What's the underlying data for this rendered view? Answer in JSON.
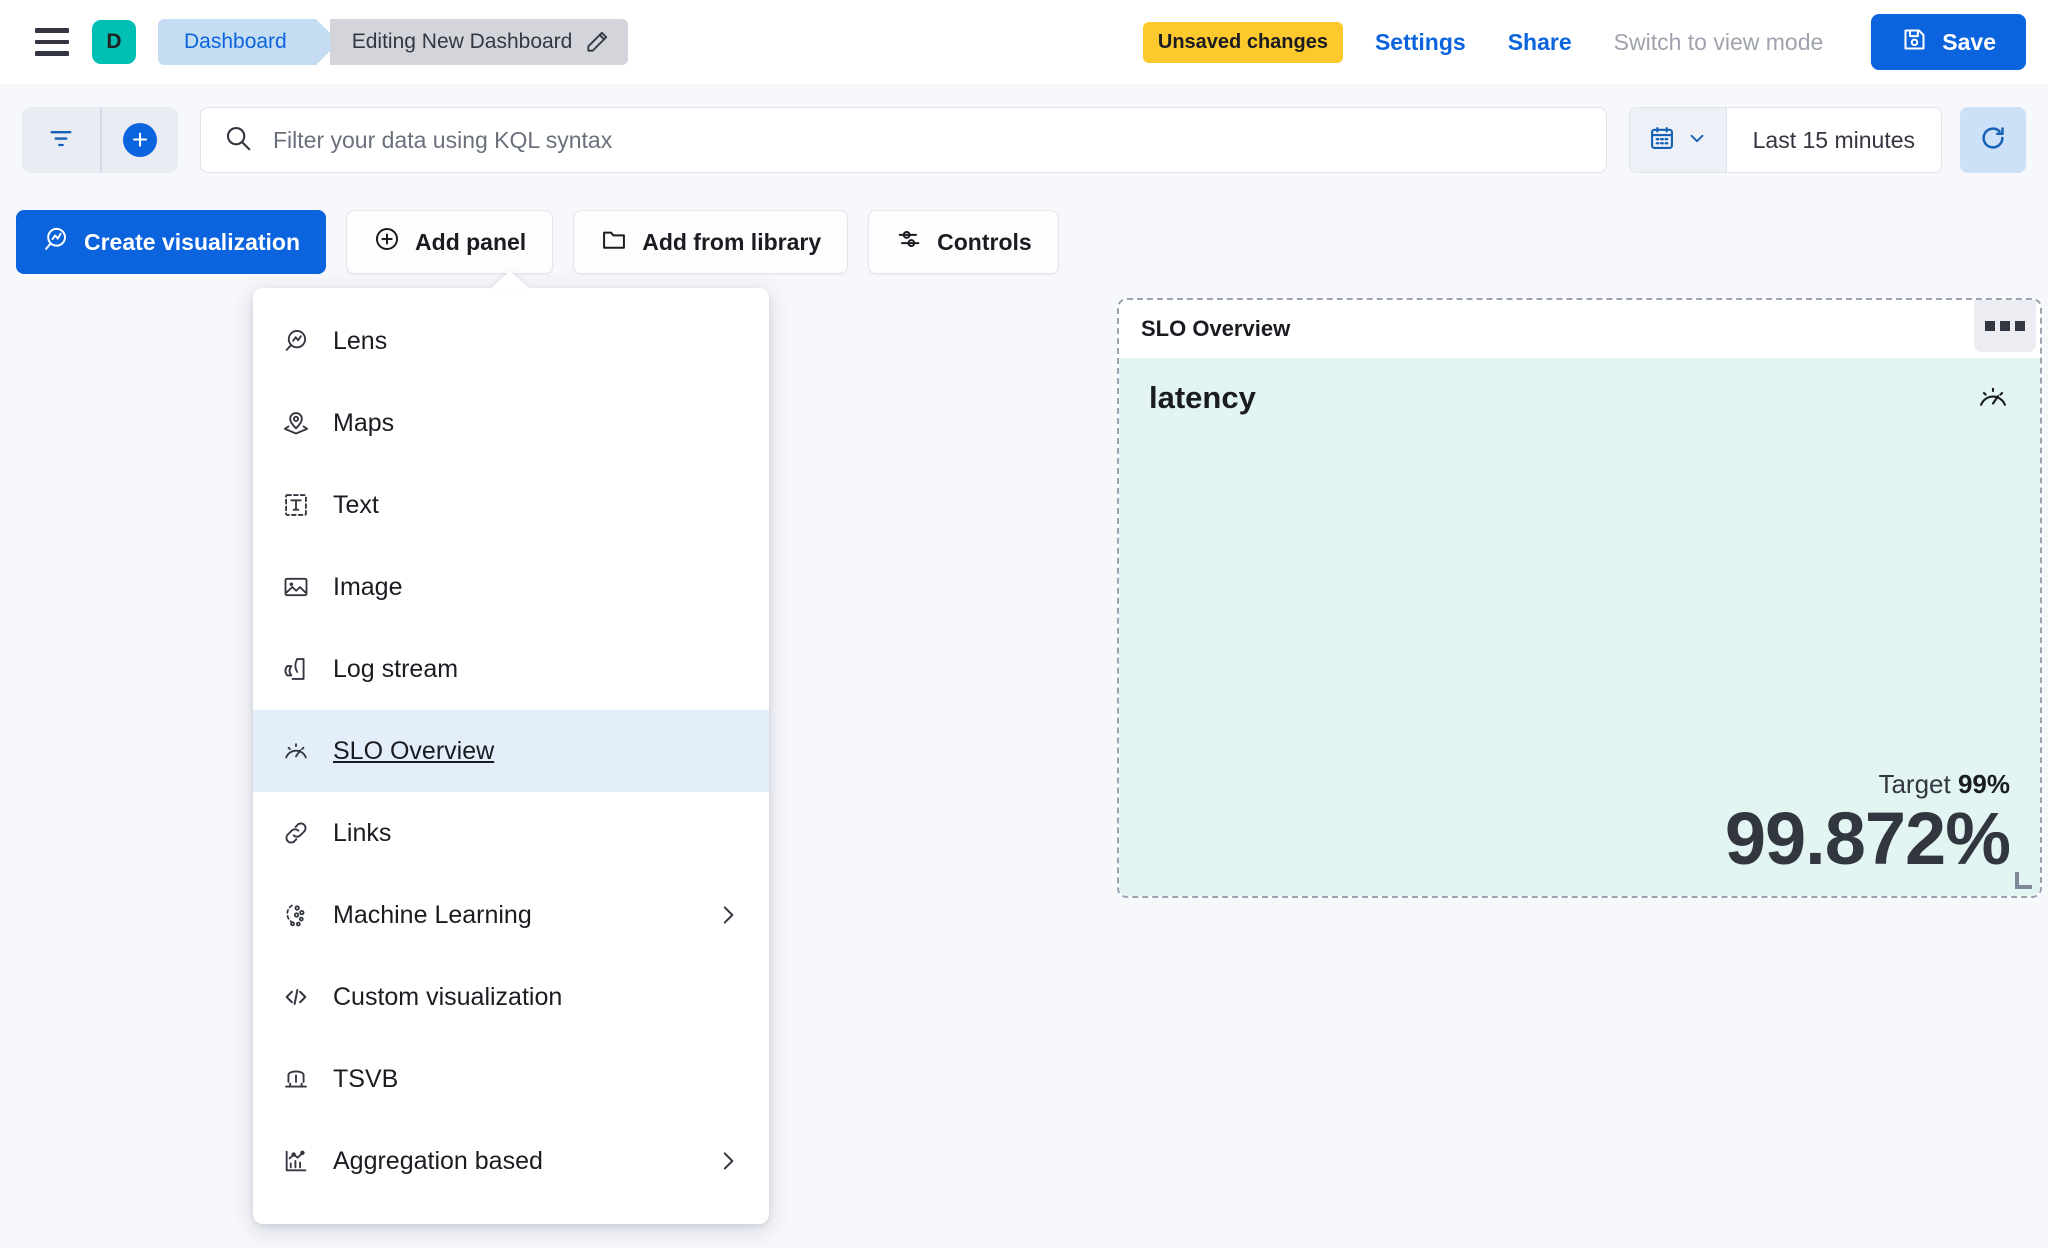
{
  "header": {
    "menu_icon": "hamburger-icon",
    "space_initial": "D",
    "breadcrumbs": [
      {
        "label": "Dashboard",
        "active": false
      },
      {
        "label": "Editing New Dashboard",
        "active": true,
        "icon": "pencil-icon"
      }
    ],
    "unsaved_badge": "Unsaved changes",
    "settings_label": "Settings",
    "share_label": "Share",
    "view_mode_label": "Switch to view mode",
    "save_label": "Save",
    "save_icon": "save-disk-icon",
    "accent_blue": "#0B64DD",
    "badge_yellow": "#FDC92D",
    "space_teal": "#00BFB3"
  },
  "query_bar": {
    "filter_icon": "filter-icon",
    "add_filter_icon": "plus-circle-icon",
    "search_icon": "search-icon",
    "search_value": "",
    "search_placeholder": "Filter your data using KQL syntax",
    "calendar_icon": "calendar-icon",
    "calendar_chevron": "chevron-down-icon",
    "time_range": "Last 15 minutes",
    "refresh_icon": "refresh-icon"
  },
  "toolbar": {
    "create_visualization": "Create visualization",
    "create_visualization_icon": "lens-icon",
    "add_panel": "Add panel",
    "add_panel_icon": "plus-circle-outline-icon",
    "add_from_library": "Add from library",
    "add_from_library_icon": "folder-icon",
    "controls": "Controls",
    "controls_icon": "sliders-icon"
  },
  "add_panel_menu": {
    "items": [
      {
        "label": "Lens",
        "icon": "lens-icon",
        "submenu": false,
        "selected": false
      },
      {
        "label": "Maps",
        "icon": "map-marker-icon",
        "submenu": false,
        "selected": false
      },
      {
        "label": "Text",
        "icon": "text-box-icon",
        "submenu": false,
        "selected": false
      },
      {
        "label": "Image",
        "icon": "image-icon",
        "submenu": false,
        "selected": false
      },
      {
        "label": "Log stream",
        "icon": "log-stream-icon",
        "submenu": false,
        "selected": false
      },
      {
        "label": "SLO Overview",
        "icon": "gauge-icon",
        "submenu": false,
        "selected": true
      },
      {
        "label": "Links",
        "icon": "link-icon",
        "submenu": false,
        "selected": false
      },
      {
        "label": "Machine Learning",
        "icon": "machine-learning-icon",
        "submenu": true,
        "selected": false
      },
      {
        "label": "Custom visualization",
        "icon": "code-icon",
        "submenu": false,
        "selected": false
      },
      {
        "label": "TSVB",
        "icon": "tsvb-chart-icon",
        "submenu": false,
        "selected": false
      },
      {
        "label": "Aggregation based",
        "icon": "aggregation-chart-icon",
        "submenu": true,
        "selected": false
      }
    ],
    "submenu_icon": "chevron-right-icon",
    "highlight_color": "#E4EEFA"
  },
  "slo_panel": {
    "title": "SLO Overview",
    "context_menu_icon": "panel-options-icon",
    "metric_name": "latency",
    "gauge_icon": "gauge-icon",
    "target_label": "Target",
    "target_value": "99%",
    "sli_value": "99.872%",
    "body_color": "#E2F5F3",
    "resize_handle_icon": "resize-handle-icon"
  }
}
